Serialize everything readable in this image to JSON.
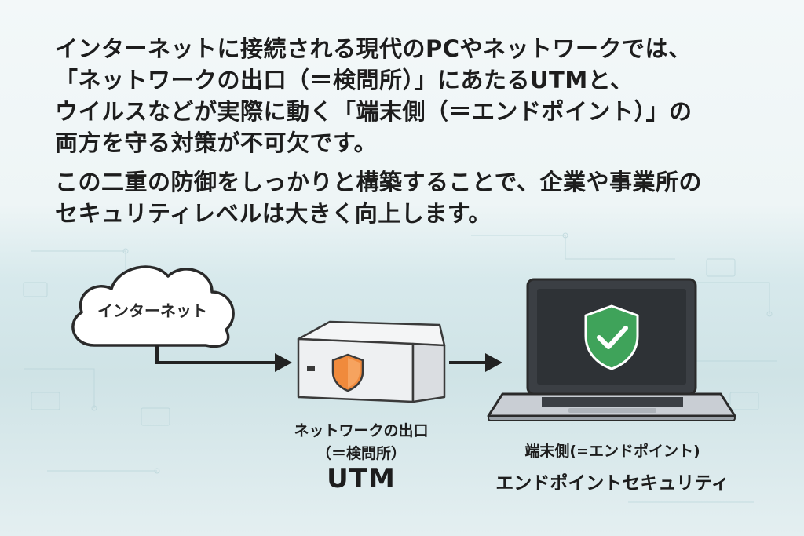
{
  "headline": {
    "paragraph1": [
      "インターネットに接続される現代のPCやネットワークでは、",
      "「ネットワークの出口（＝検問所）」にあたるUTMと、",
      "ウイルスなどが実際に動く「端末側（＝エンドポイント）」の",
      "両方を守る対策が不可欠です。"
    ],
    "paragraph2": [
      "この二重の防御をしっかりと構築することで、企業や事業所の",
      "セキュリティレベルは大きく向上します。"
    ]
  },
  "cloud": {
    "label": "インターネット"
  },
  "utm": {
    "label_line1": "ネットワークの出口",
    "label_line2": "（＝検問所）",
    "label_title": "UTM"
  },
  "endpoint": {
    "label_line1": "端末側(=エンドポイント)",
    "label_line2": "エンドポイントセキュリティ"
  },
  "icons": {
    "utm_shield": "shield-icon",
    "laptop_shield": "shield-check-icon"
  },
  "colors": {
    "utm_shield": "#f08a3c",
    "laptop_shield": "#3fa35a",
    "laptop_screen": "#3b3f44",
    "arrow": "#222222"
  }
}
